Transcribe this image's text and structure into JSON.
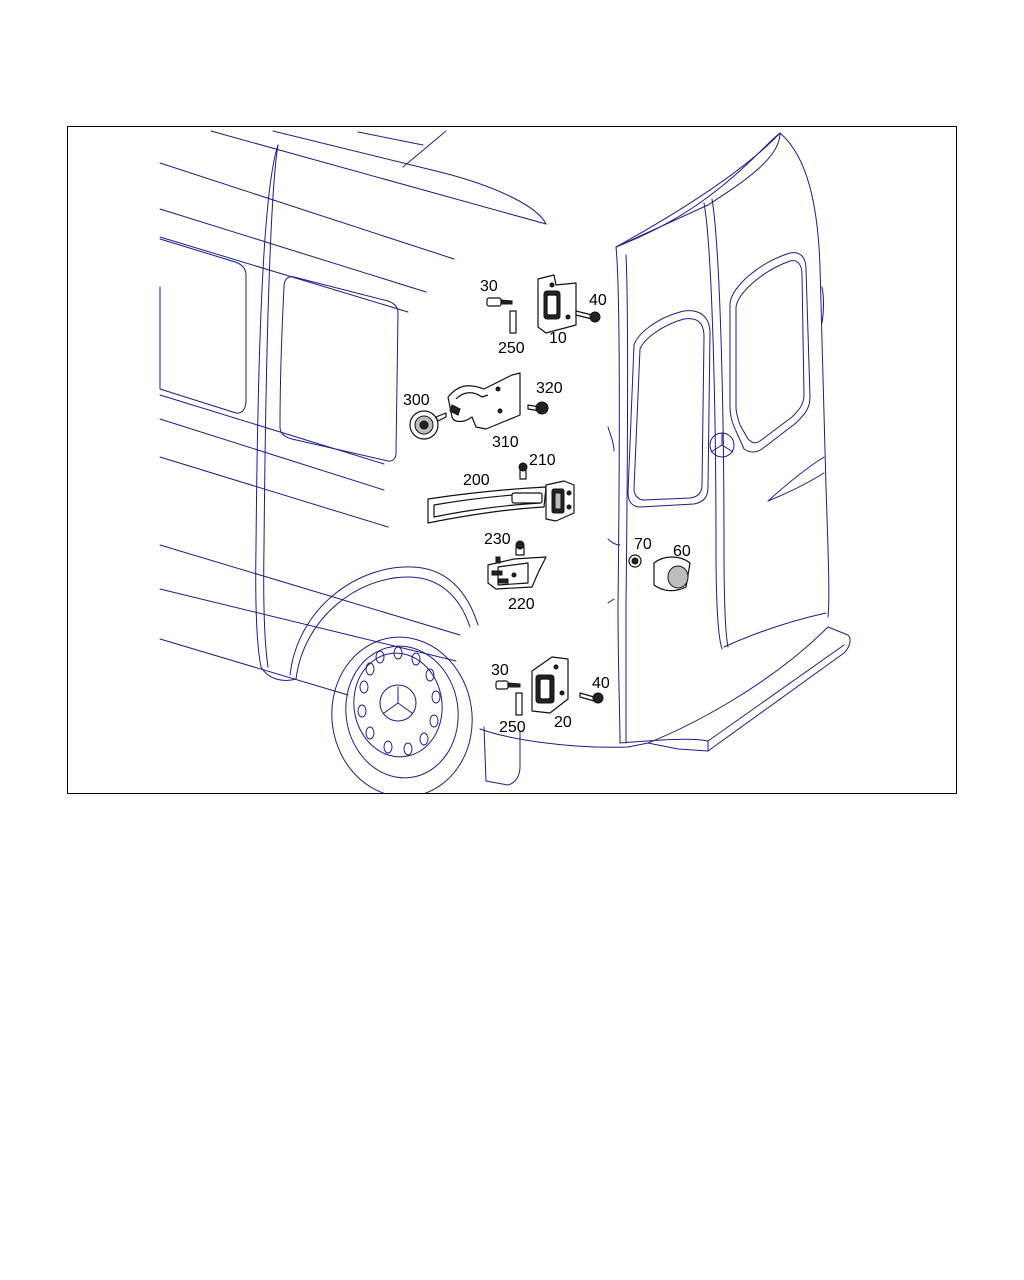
{
  "diagram": {
    "callouts": [
      {
        "id": "c30a",
        "text": "30"
      },
      {
        "id": "c40a",
        "text": "40"
      },
      {
        "id": "c250a",
        "text": "250"
      },
      {
        "id": "c10",
        "text": "10"
      },
      {
        "id": "c300",
        "text": "300"
      },
      {
        "id": "c320",
        "text": "320"
      },
      {
        "id": "c310",
        "text": "310"
      },
      {
        "id": "c210",
        "text": "210"
      },
      {
        "id": "c200",
        "text": "200"
      },
      {
        "id": "c230",
        "text": "230"
      },
      {
        "id": "c220",
        "text": "220"
      },
      {
        "id": "c70",
        "text": "70"
      },
      {
        "id": "c60",
        "text": "60"
      },
      {
        "id": "c30b",
        "text": "30"
      },
      {
        "id": "c40b",
        "text": "40"
      },
      {
        "id": "c250b",
        "text": "250"
      },
      {
        "id": "c20",
        "text": "20"
      }
    ]
  },
  "colors": {
    "outline": "#1c1c8c",
    "parts": "#111111",
    "frame": "#000000"
  }
}
